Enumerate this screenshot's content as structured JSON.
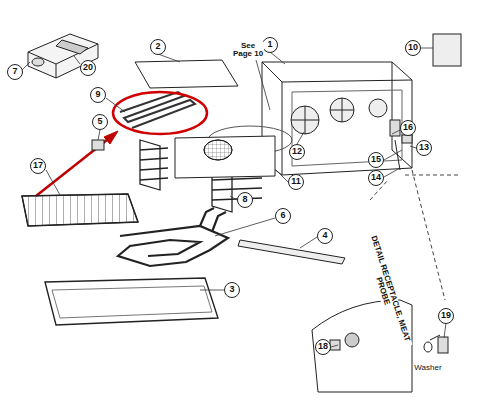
{
  "diagram": {
    "labels": [
      "1",
      "2",
      "3",
      "4",
      "5",
      "6",
      "7",
      "8",
      "9",
      "10",
      "11",
      "12",
      "13",
      "14",
      "15",
      "16",
      "17",
      "18",
      "19",
      "20",
      "See Page 10",
      "DETAIL RECEPTACLE, MEAT PROBE",
      "Washer"
    ]
  }
}
